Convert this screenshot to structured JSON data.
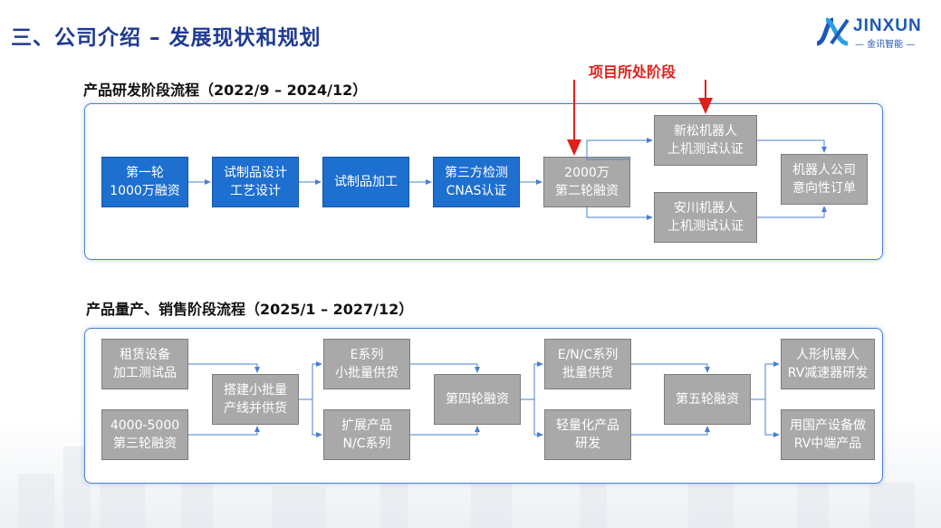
{
  "header": {
    "title": "三、公司介绍 – 发展现状和规划",
    "logo_text": "JINXUN",
    "logo_sub": "— 金讯智能 —"
  },
  "colors": {
    "title": "#1f3a93",
    "blue_box": "#1d6fd0",
    "gray_box": "#a9a9a9",
    "marker": "#e0201d",
    "arrow": "#4a7fd1"
  },
  "stage1": {
    "title": "产品研发阶段流程（2022/9 – 2024/12）",
    "marker_label": "项目所处阶段",
    "steps": {
      "s1": "第一轮\n1000万融资",
      "s2": "试制品设计\n工艺设计",
      "s3": "试制品加工",
      "s4": "第三方检测\nCNAS认证",
      "s5": "2000万\n第二轮融资",
      "s6a": "新松机器人\n上机测试认证",
      "s6b": "安川机器人\n上机测试认证",
      "s7": "机器人公司\n意向性订单"
    }
  },
  "stage2": {
    "title": "产品量产、销售阶段流程（2025/1 – 2027/12）",
    "steps": {
      "a1": "租赁设备\n加工测试品",
      "a2": "4000-5000\n第三轮融资",
      "b": "搭建小批量\n产线并供货",
      "c1": "E系列\n小批量供货",
      "c2": "扩展产品\nN/C系列",
      "d": "第四轮融资",
      "e1": "E/N/C系列\n批量供货",
      "e2": "轻量化产品\n研发",
      "f": "第五轮融资",
      "g1": "人形机器人\nRV减速器研发",
      "g2": "用国产设备做\nRV中端产品"
    }
  }
}
